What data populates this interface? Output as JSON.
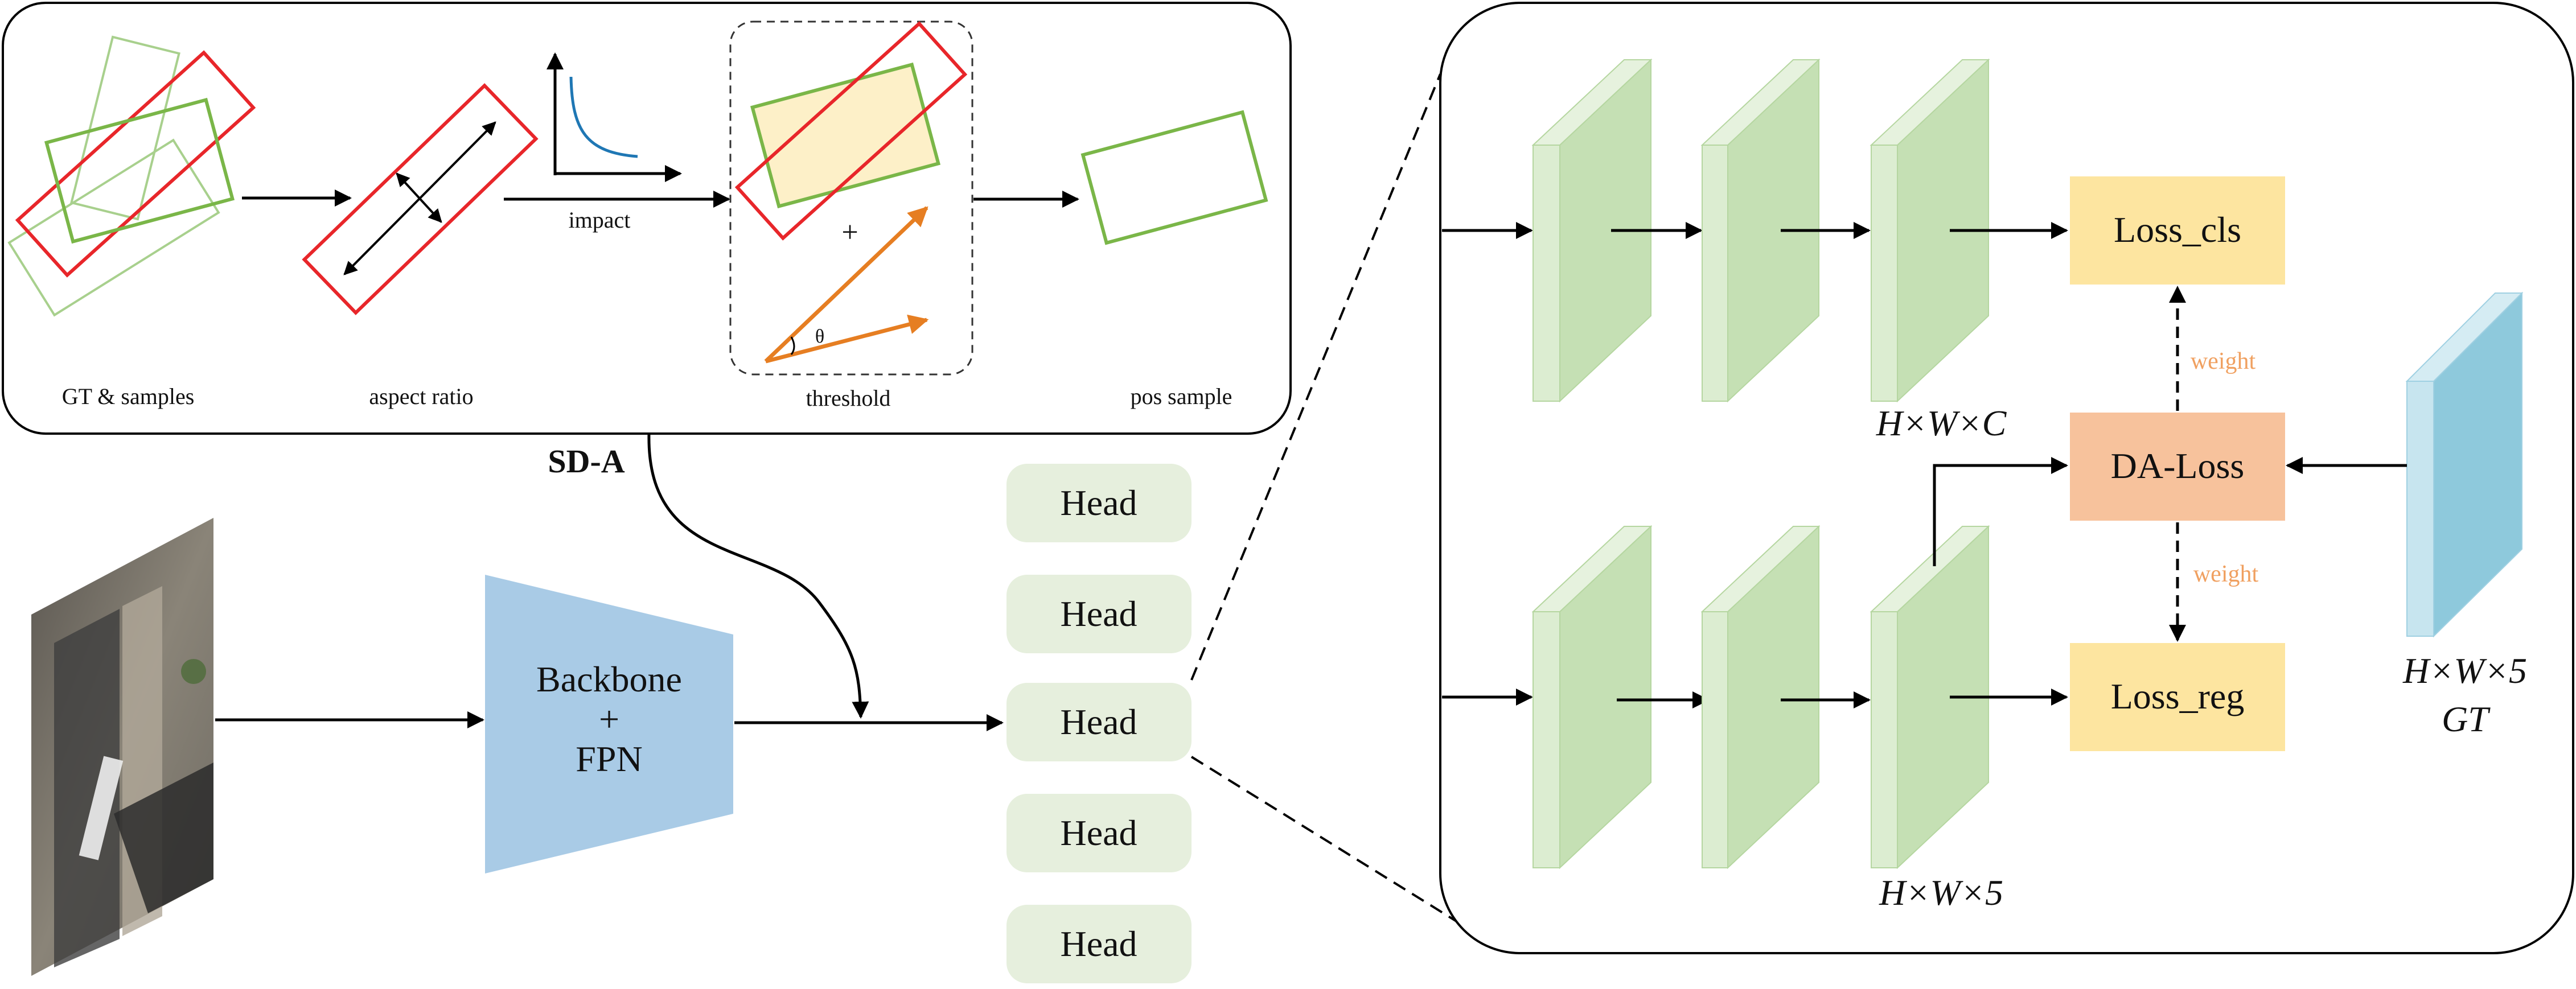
{
  "top_panel": {
    "labels": {
      "gt_samples": "GT & samples",
      "aspect_ratio": "aspect ratio",
      "impact": "impact",
      "plus": "+",
      "theta": "θ",
      "threshold": "threshold",
      "pos_sample": "pos sample"
    },
    "module_name": "SD-A"
  },
  "pipeline": {
    "backbone_line1": "Backbone",
    "backbone_plus": "+",
    "backbone_line2": "FPN",
    "heads": [
      "Head",
      "Head",
      "Head",
      "Head",
      "Head"
    ]
  },
  "detail_panel": {
    "dim_cls": "H×W×C",
    "dim_reg": "H×W×5",
    "dim_gt_line1": "H×W×5",
    "dim_gt_line2": "GT",
    "loss_cls": "Loss_cls",
    "da_loss": "DA-Loss",
    "loss_reg": "Loss_reg",
    "weight_top": "weight",
    "weight_bottom": "weight"
  },
  "colors": {
    "red_box": "#e8262a",
    "green_box": "#7ab648",
    "light_green_box": "#a8d08d",
    "orange_arrow": "#e67e22",
    "blue_curve": "#1f77b4",
    "overlap_fill": "#fdf0c8",
    "backbone_fill": "#a9cbe6",
    "head_fill": "#e6efdd",
    "feature_green": "#c5e0b4",
    "loss_fill": "#fde5a0",
    "da_loss_fill": "#f7c29c",
    "gt_blue": "#9fd0e2",
    "weight_text": "#f0a060"
  }
}
